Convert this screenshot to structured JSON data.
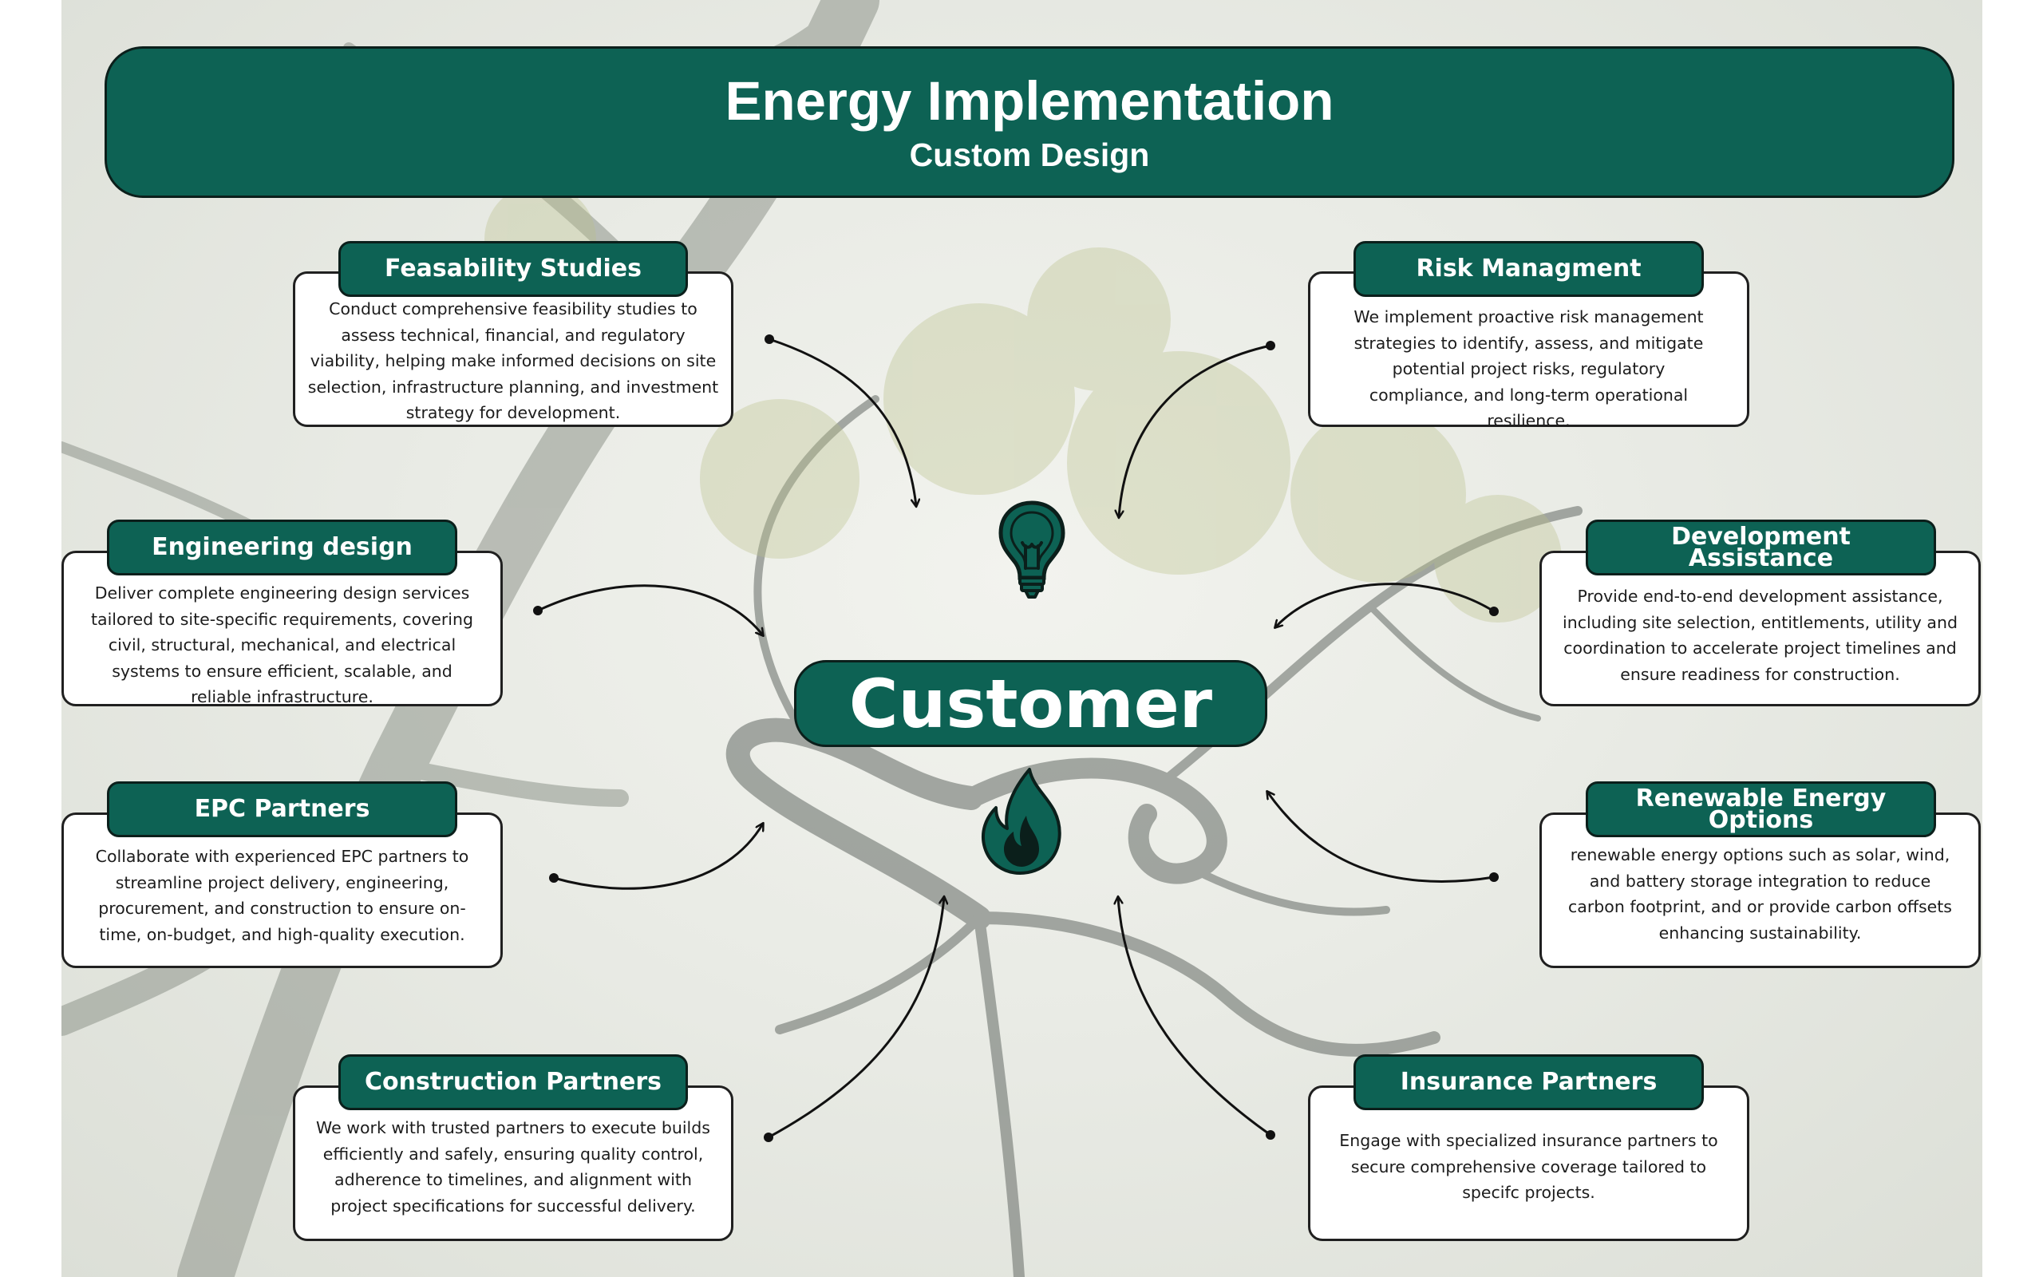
{
  "header": {
    "title": "Energy Implementation",
    "subtitle": "Custom Design"
  },
  "center": {
    "label": "Customer"
  },
  "icons": {
    "top": "lightbulb-icon",
    "bottom": "flame-icon"
  },
  "colors": {
    "accent": "#0d6254",
    "outline": "#0b1f1b",
    "card_bg": "#ffffff"
  },
  "cards": {
    "feasibility": {
      "title": "Feasability Studies",
      "text": "Conduct comprehensive feasibility studies to assess technical, financial, and regulatory viability, helping make informed decisions on site selection, infrastructure planning, and investment strategy for development."
    },
    "risk": {
      "title": "Risk Managment",
      "text": "We implement proactive risk management strategies to identify, assess, and mitigate potential project risks, regulatory compliance, and long-term operational resilience."
    },
    "engineering": {
      "title": "Engineering design",
      "text": "Deliver complete engineering design services tailored to site-specific requirements, covering civil, structural, mechanical, and electrical systems to ensure efficient, scalable, and reliable infrastructure."
    },
    "development": {
      "title": "Development Assistance",
      "text": "Provide end-to-end development assistance, including site selection, entitlements, utility and coordination to accelerate project timelines and ensure readiness for construction."
    },
    "epc": {
      "title": "EPC Partners",
      "text": "Collaborate with experienced EPC partners to streamline project delivery, engineering, procurement, and construction to ensure on-time, on-budget, and high-quality execution."
    },
    "renewable": {
      "title": "Renewable Energy Options",
      "text": "renewable energy options such as solar, wind, and battery storage integration to reduce carbon footprint, and or provide carbon offsets enhancing sustainability."
    },
    "construction": {
      "title": "Construction Partners",
      "text": "We work with trusted partners to execute builds efficiently and safely, ensuring quality control, adherence to timelines, and alignment with project specifications for successful delivery."
    },
    "insurance": {
      "title": "Insurance Partners",
      "text": "Engage with specialized insurance partners to secure comprehensive coverage tailored to specifc projects."
    }
  }
}
